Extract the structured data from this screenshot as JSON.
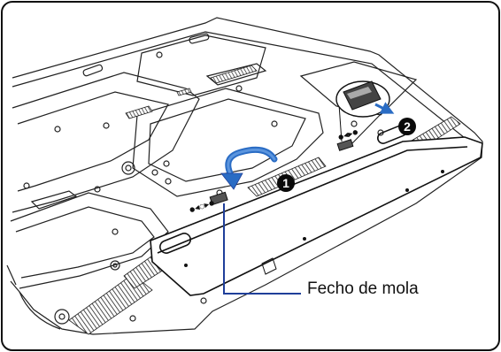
{
  "illustration": {
    "subject": "laptop-underside-battery-removal",
    "steps": [
      {
        "number": "1",
        "icon": "step-1-badge"
      },
      {
        "number": "2",
        "icon": "step-2-badge"
      }
    ],
    "callout_label": "Fecho de mola",
    "colors": {
      "outline": "#111111",
      "blue_leader": "#1f3f9a",
      "arrow_blue": "#2a6cc4",
      "badge_fill": "#0a0a0a"
    }
  }
}
